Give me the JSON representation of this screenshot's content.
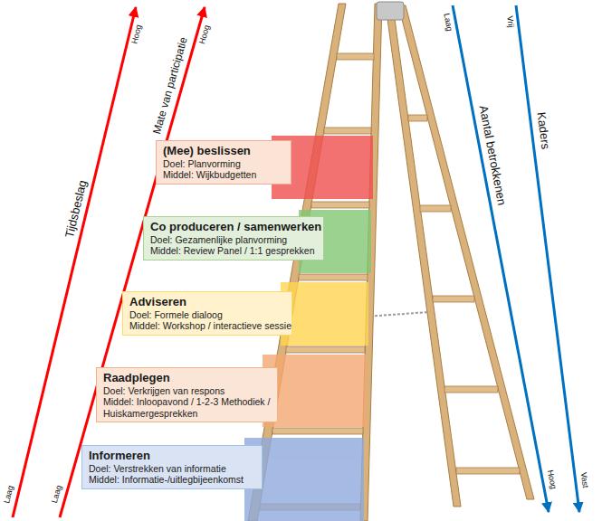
{
  "diagram": {
    "nodes": [
      {
        "text": [
          "(Mee) beslissen",
          "Doel: Planvorming",
          "Middel: Wijkbudgetten"
        ]
      },
      {
        "text": [
          "Co produceren / samenwerken",
          "Doel: Gezamenlijke planvorming",
          "Middel: Review Panel / 1:1 gesprekken"
        ]
      },
      {
        "text": [
          "Adviseren",
          "Doel: Formele dialoog",
          "Middel: Workshop / interactieve sessie"
        ]
      },
      {
        "text": [
          "Raadplegen",
          "Doel: Verkrijgen van respons",
          "Middel: Inloopavond / 1-2-3 Methodiek / Huiskamergesprekken"
        ]
      },
      {
        "text": [
          "Informeren",
          "Doel: Verstrekken van informatie",
          "Middel: Informatie-/uitlegbijeenkomst"
        ]
      }
    ],
    "labels": [
      "Hoog",
      "Tijdsbeslag",
      "Laag",
      "Hoog",
      "Mate van participatie",
      "Laag",
      "Laag",
      "Aantal betrokkenen",
      "Hoog",
      "Vrij",
      "Kaders",
      "Vast"
    ]
  }
}
